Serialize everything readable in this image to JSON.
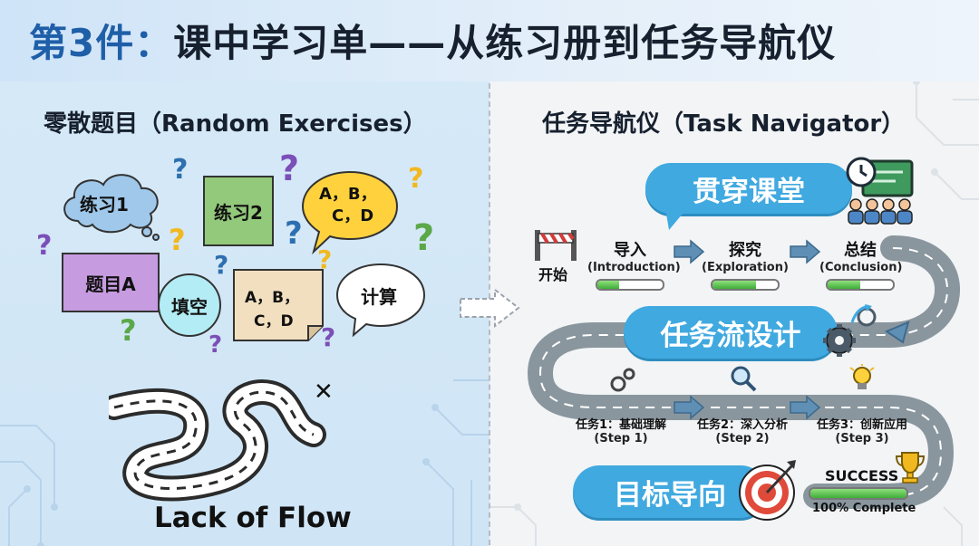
{
  "title": {
    "prefix": "第3件：",
    "main": "课中学习单——从练习册到任务导航仪"
  },
  "left": {
    "heading": "零散题目（Random Exercises）",
    "items": {
      "cloud1": "练习1",
      "note2": "练习2",
      "bubble_abcd_line1": "A，B，",
      "bubble_abcd_line2": "C，D",
      "topic_a": "题目A",
      "fill_blank": "填空",
      "note_abcd_line1": "A，B，",
      "note_abcd_line2": "C，D",
      "calc": "计算"
    },
    "question_mark": "?",
    "cross_mark": "✕",
    "footer": "Lack of Flow"
  },
  "right": {
    "heading": "任务导航仪（Task Navigator）",
    "pills": {
      "through": "贯穿课堂",
      "flow": "任务流设计",
      "goal": "目标导向"
    },
    "start": "开始",
    "phases": [
      {
        "cn": "导入",
        "en": "(Introduction)",
        "progress": 0.33
      },
      {
        "cn": "探究",
        "en": "(Exploration)",
        "progress": 0.66
      },
      {
        "cn": "总结",
        "en": "(Conclusion)",
        "progress": 0.5
      }
    ],
    "tasks": [
      {
        "cn": "任务1：基础理解",
        "en": "(Step 1)"
      },
      {
        "cn": "任务2：深入分析",
        "en": "(Step 2)"
      },
      {
        "cn": "任务3：创新应用",
        "en": "(Step 3)"
      }
    ],
    "success": "SUCCESS",
    "complete": "100% Complete",
    "complete_progress": 1.0
  },
  "colors": {
    "cloud": "#9fc8ea",
    "purple": "#c79be0",
    "green": "#93c97a",
    "yellow": "#ffd23d",
    "beige": "#f1dfbf",
    "cyan": "#b3ecf4",
    "qmark_purple": "#7b4fb8",
    "qmark_green": "#5ba84a",
    "qmark_yellow": "#f2b820",
    "qmark_blue": "#2d6fb0",
    "pill_blue": "#40a9e0",
    "road": "#78868f"
  }
}
